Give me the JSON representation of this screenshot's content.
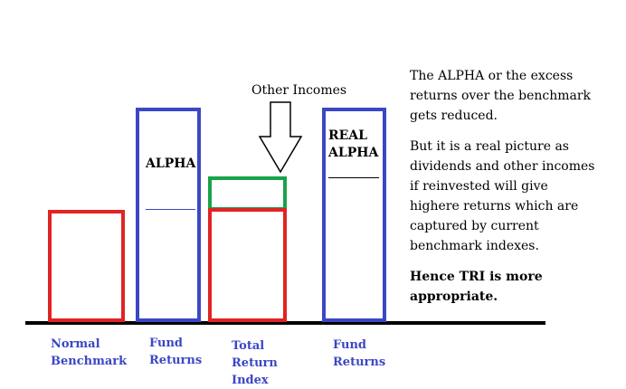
{
  "colors": {
    "red": "#e02424",
    "blue": "#3b47c4",
    "green": "#1aa34a",
    "baseline": "#000000",
    "label": "#3b47c4"
  },
  "bars": {
    "normal_benchmark": [
      "Normal",
      "Benchmark"
    ],
    "fund_returns": [
      "Fund",
      "Returns"
    ],
    "total_return_index": [
      "Total",
      "Return",
      "Index"
    ],
    "fund_returns_2": [
      "Fund",
      "Returns"
    ]
  },
  "labels": {
    "alpha": "ALPHA",
    "real_alpha": [
      "REAL",
      "ALPHA"
    ],
    "other_incomes": "Other Incomes"
  },
  "arrow": {
    "icon": "down-arrow-icon"
  },
  "note": {
    "para1": [
      "The ALPHA or the excess",
      "returns over the benchmark",
      "gets reduced."
    ],
    "para2": [
      "But it is a real picture as",
      "dividends and other incomes",
      "if reinvested will give",
      "highere returns which are",
      "captured by current",
      "benchmark indexes."
    ],
    "conclusion": [
      "Hence TRI is more",
      "appropriate."
    ]
  }
}
